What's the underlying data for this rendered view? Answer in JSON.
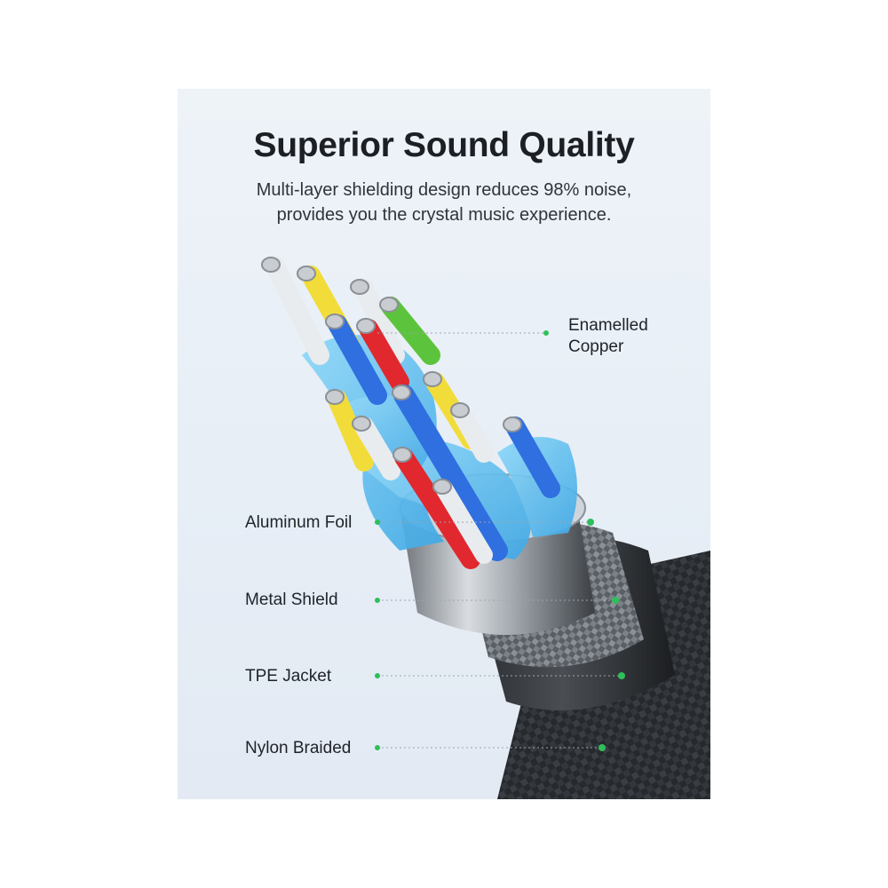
{
  "header": {
    "title": "Superior Sound Quality",
    "subtitle_line1": "Multi-layer shielding design reduces 98% noise,",
    "subtitle_line2": "provides you the crystal music experience."
  },
  "callouts": {
    "enamelled_line1": "Enamelled",
    "enamelled_line2": "Copper",
    "aluminum_foil": "Aluminum Foil",
    "metal_shield": "Metal Shield",
    "tpe_jacket": "TPE Jacket",
    "nylon_braided": "Nylon Braided"
  },
  "colors": {
    "accent_dot": "#2fbf5a",
    "wire_white": "#e9ecef",
    "wire_yellow": "#f2dc3a",
    "wire_blue": "#2f6fe0",
    "wire_red": "#e0282e",
    "wire_green": "#5cc43c",
    "insulation": "#5fc0ef"
  }
}
